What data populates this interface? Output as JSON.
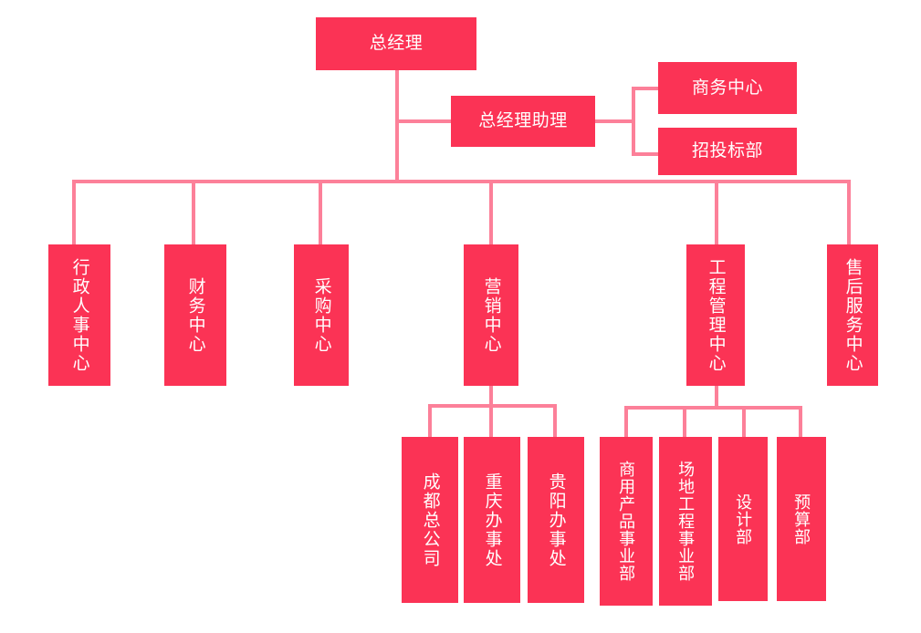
{
  "chart": {
    "type": "org-chart",
    "title": "",
    "colors": {
      "box_fill": "#fb3355",
      "box_text": "#ffffff",
      "connector": "#fc8099",
      "background": "#ffffff"
    },
    "levels": {
      "level1": "总经理",
      "assistant": "总经理助理"
    },
    "nodes": {
      "general_manager": "总经理",
      "gm_assistant": "总经理助理",
      "business_center": "商务中心",
      "bidding_dept": "招投标部",
      "admin_hr_center": "行政人事中心",
      "finance_center": "财务中心",
      "procurement_center": "采购中心",
      "marketing_center": "营销中心",
      "engineering_mgmt_center": "工程管理中心",
      "after_sales_center": "售后服务中心",
      "chengdu_head_office": "成都总公司",
      "chongqing_office": "重庆办事处",
      "guiyang_office": "贵阳办事处",
      "commercial_product_div": "商用产品事业部",
      "site_engineering_div": "场地工程事业部",
      "design_dept": "设计部",
      "budget_dept": "预算部"
    }
  }
}
